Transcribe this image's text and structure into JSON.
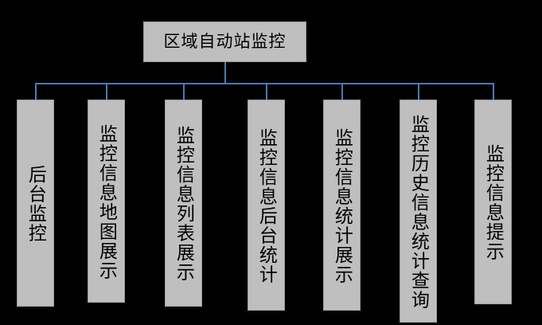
{
  "diagram": {
    "type": "hierarchy-tree",
    "title": "区域自动站监控",
    "background_color": "#000000",
    "node_fill_color": "#bfbfbf",
    "node_border_color": "#9a9a9a",
    "connector_color": "#4a7ab5",
    "root": {
      "label": "区域自动站监控"
    },
    "children": [
      {
        "label": "后台监控"
      },
      {
        "label": "监控信息地图展示"
      },
      {
        "label": "监控信息列表展示"
      },
      {
        "label": "监控信息后台统计"
      },
      {
        "label": "监控信息统计展示"
      },
      {
        "label": "监控历史信息统计查询"
      },
      {
        "label": "监控信息提示"
      }
    ]
  }
}
